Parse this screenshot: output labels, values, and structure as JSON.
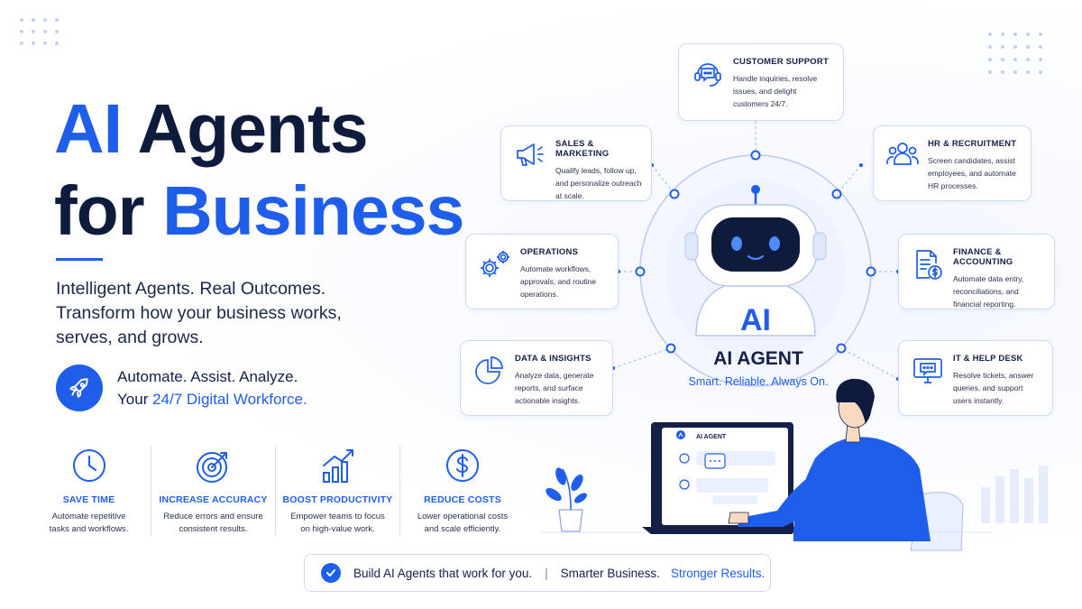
{
  "headline": {
    "word1": "AI",
    "word2": "Agents",
    "word3": "for",
    "word4": "Business"
  },
  "intro": {
    "line1": "Intelligent Agents. Real Outcomes.",
    "line2": "Transform how your business works,",
    "line3": "serves, and grows."
  },
  "automate": {
    "line1": "Automate. Assist. Analyze.",
    "line2_prefix": "Your",
    "line2_highlight": "24/7 Digital Workforce."
  },
  "benefits": [
    {
      "title": "SAVE TIME",
      "line1": "Automate repetitive",
      "line2": "tasks and workflows.",
      "icon": "clock-icon"
    },
    {
      "title": "INCREASE ACCURACY",
      "line1": "Reduce errors and ensure",
      "line2": "consistent results.",
      "icon": "target-icon"
    },
    {
      "title": "BOOST PRODUCTIVITY",
      "line1": "Empower teams to focus",
      "line2": "on high-value work.",
      "icon": "bar-growth-icon"
    },
    {
      "title": "REDUCE COSTS",
      "line1": "Lower operational costs",
      "line2": "and scale efficiently.",
      "icon": "dollar-icon"
    }
  ],
  "cards": {
    "support": {
      "title": "CUSTOMER SUPPORT",
      "line1": "Handle inquiries, resolve",
      "line2": "issues, and delight",
      "line3": "customers 24/7."
    },
    "sales": {
      "title": "SALES & MARKETING",
      "line1": "Qualify leads, follow up,",
      "line2": "and personalize outreach",
      "line3": "at scale."
    },
    "hr": {
      "title": "HR & RECRUITMENT",
      "line1": "Screen candidates, assist",
      "line2": "employees, and automate",
      "line3": "HR processes."
    },
    "operations": {
      "title": "OPERATIONS",
      "line1": "Automate workflows,",
      "line2": "approvals, and routine",
      "line3": "operations."
    },
    "finance": {
      "title": "FINANCE & ACCOUNTING",
      "line1": "Automate data entry,",
      "line2": "reconciliations, and",
      "line3": "financial reporting."
    },
    "data": {
      "title": "DATA & INSIGHTS",
      "line1": "Analyze data, generate",
      "line2": "reports, and surface",
      "line3": "actionable insights."
    },
    "it": {
      "title": "IT & HELP DESK",
      "line1": "Resolve tickets, answer",
      "line2": "queries, and support",
      "line3": "users instantly."
    }
  },
  "robot": {
    "chest_label": "AI",
    "title": "AI AGENT",
    "tagline": "Smart. Reliable. Always On."
  },
  "laptop": {
    "screen_label": "AI AGENT"
  },
  "bottom_bar": {
    "text1": "Build AI Agents that work for you.",
    "separator": "|",
    "text2": "Smarter Business.",
    "text3": "Stronger Results."
  },
  "colors": {
    "brand_blue": "#1f5eea",
    "navy": "#0f1b3d"
  }
}
